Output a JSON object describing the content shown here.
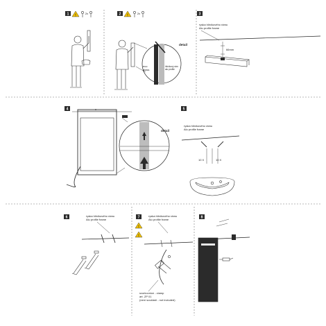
{
  "steps": [
    {
      "number": "1",
      "badge": "2x"
    },
    {
      "number": "2",
      "badge": "2x"
    },
    {
      "number": "3"
    },
    {
      "number": "4"
    },
    {
      "number": "5"
    },
    {
      "number": "6"
    },
    {
      "number": "7"
    },
    {
      "number": "8"
    }
  ],
  "labels": {
    "detail": "detail",
    "eco_glass_1": "eco",
    "eco_glass_2": "glass",
    "frame_side_1": "hliníkový rám",
    "frame_side_2": "alu profile",
    "profile_cz": "ryska hliníkového rámu",
    "profile_en": "Alu profile frame",
    "measure_66": "66mm",
    "x": "x",
    "ten_x": "10 X",
    "clamp_1": "svorkovnice - clamp",
    "clamp_2": "art. ZP 01",
    "clamp_3": "(není součástí - not included)"
  },
  "colors": {
    "warning": "#f2c200",
    "line": "#222222",
    "mirror": "#2b2b2b"
  }
}
